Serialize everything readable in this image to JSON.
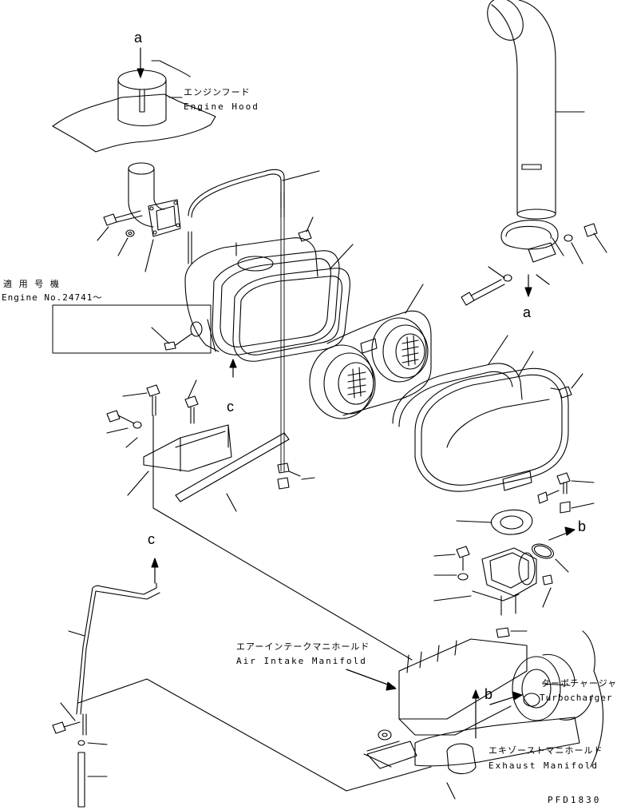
{
  "labels": {
    "engine_hood_jp": "エンジンフード",
    "engine_hood_en": "Engine Hood",
    "applicable_jp": "適 用 号 機",
    "engine_no": "Engine No.24741～",
    "air_intake_jp": "エアーインテークマニホールド",
    "air_intake_en": "Air Intake Manifold",
    "turbo_jp": "ターボチャージャ",
    "turbo_en": "Turbocharger",
    "exhaust_jp": "エキゾーストマニホールド",
    "exhaust_en": "Exhaust Manifold",
    "drawing_code": "PFD1830"
  },
  "callouts": {
    "a_top": "a",
    "a_right": "a",
    "b_right": "b",
    "b_bottom": "b",
    "c_mid": "c",
    "c_left": "c"
  }
}
